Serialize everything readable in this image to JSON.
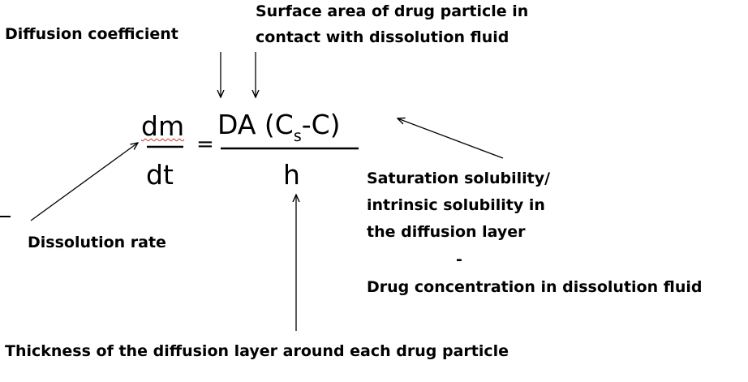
{
  "labels": {
    "diffusion_coefficient": "Diffusion coefficient",
    "surface_area_line1": "Surface area of drug particle in",
    "surface_area_line2": "contact with dissolution fluid",
    "saturation_line1": "Saturation solubility/",
    "saturation_line2": "intrinsic solubility in",
    "saturation_line3": "the diffusion layer",
    "minus_sign": "-",
    "drug_concentration": "Drug concentration in dissolution fluid",
    "dissolution_rate": "Dissolution rate",
    "thickness": "Thickness of the diffusion layer around each drug particle"
  },
  "equation": {
    "lhs_numerator": "dm",
    "lhs_denominator": "dt",
    "equals": "=",
    "rhs_numerator_prefix": "DA (C",
    "rhs_numerator_subscript": "s",
    "rhs_numerator_suffix": "-C)",
    "rhs_denominator": "h"
  }
}
